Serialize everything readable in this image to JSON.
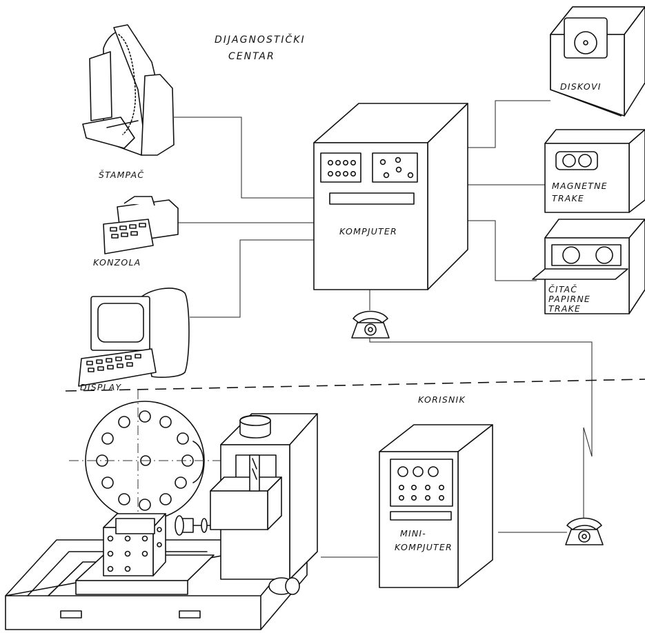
{
  "diagnostic_center": {
    "line1": "DIJAGNOSTIČKI",
    "line2": "CENTAR"
  },
  "user_area": {
    "label": "KORISNIK"
  },
  "devices": {
    "printer": "ŠTAMPAČ",
    "console": "KONZOLA",
    "display": "DISPLAY",
    "computer": "KOMPJUTER",
    "disks": "DISKOVI",
    "tapes": {
      "line1": "MAGNETNE",
      "line2": "TRAKE"
    },
    "tape_reader": {
      "line1": "ČITAČ",
      "line2": "PAPIRNE",
      "line3": "TRAKE"
    },
    "minicomputer": {
      "line1": "MINI-",
      "line2": "KOMPJUTER"
    }
  }
}
